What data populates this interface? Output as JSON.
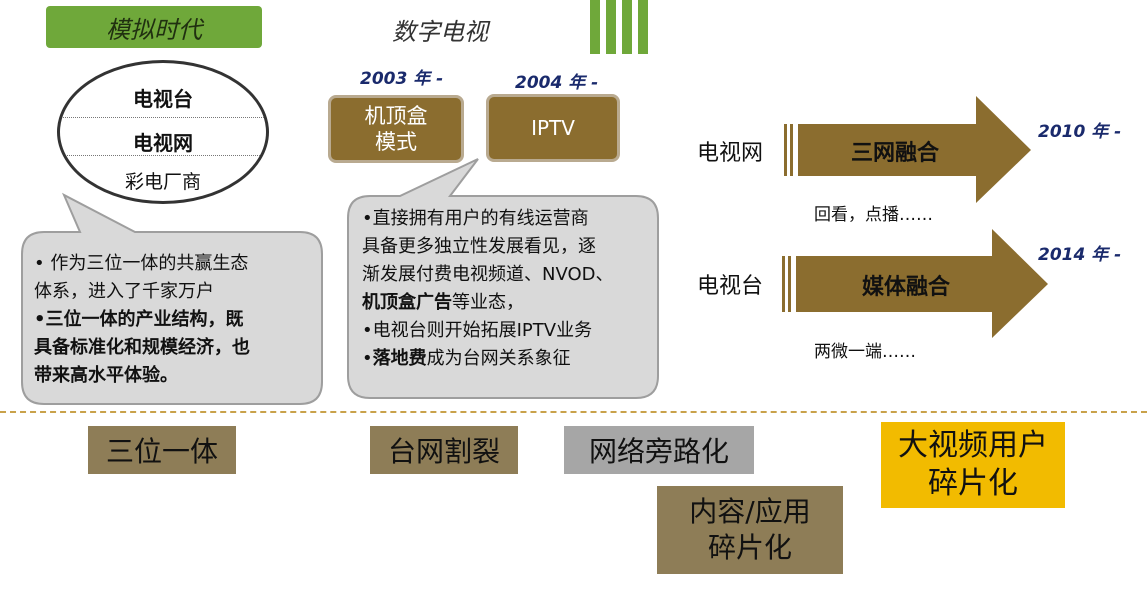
{
  "header": {
    "analog_label": "模拟时代",
    "digital_label": "数字电视"
  },
  "ellipse": {
    "items": [
      "电视台",
      "电视网",
      "彩电厂商"
    ]
  },
  "timeline": {
    "year_2003": "2003 年 -",
    "year_2004": "2004 年 -",
    "stb_mode": "机顶盒\n模式",
    "iptv": "IPTV"
  },
  "left_bubble": {
    "line1": "• 作为三位一体的共赢生态",
    "line2": "体系，进入了千家万户",
    "line3": "•三位一体的产业结构，既",
    "line4": "具备标准化和规模经济，也",
    "line5": "带来高水平体验。"
  },
  "middle_bubble": {
    "line1": "•直接拥有用户的有线运营商",
    "line2": "具备更多独立性发展看见，逐",
    "line3": "渐发展付费电视频道、NVOD、",
    "line4_bold": "机顶盒广告",
    "line4_rest": "等业态，",
    "line5": "•电视台则开始拓展IPTV业务",
    "line6_bold": "落地费",
    "line6_prefix": "•",
    "line6_rest": "成为台网关系象征"
  },
  "arrows": [
    {
      "source": "电视网",
      "label": "三网融合",
      "year": "2010 年 -",
      "note": "回看，点播……"
    },
    {
      "source": "电视台",
      "label": "媒体融合",
      "year": "2014 年 -",
      "note": "两微一端……"
    }
  ],
  "stage_tags": {
    "tag1": "三位一体",
    "tag2": "台网割裂",
    "tag3": "网络旁路化",
    "tag4": "内容/应用\n碎片化",
    "tag5": "大视频用户\n碎片化"
  },
  "colors": {
    "green": "#6fa83a",
    "brown": "#8b6d2f",
    "tag_olive": "#8e7d57",
    "tag_gray": "#a6a6a6",
    "tag_gold": "#f2bb00",
    "bubble_fill": "#d9d9d9",
    "year_blue": "#1a2a6c",
    "separator": "#c9a24a"
  }
}
